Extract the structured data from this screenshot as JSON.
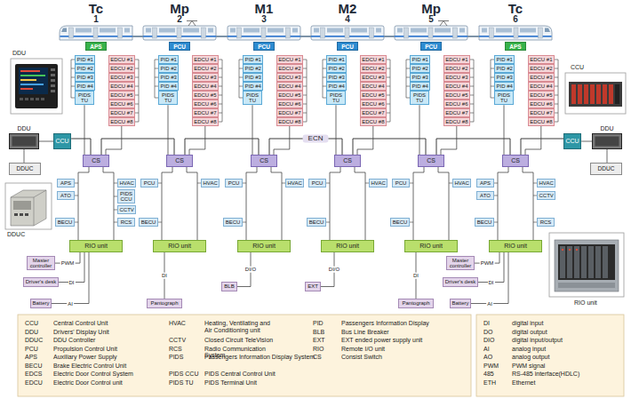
{
  "diagram": {
    "nodes": [
      {
        "text": [
          "Tc",
          "1"
        ]
      },
      {
        "text": [
          "Mp",
          "2"
        ]
      },
      {
        "text": [
          "M1",
          "3"
        ]
      },
      {
        "text": [
          "M2",
          "4"
        ]
      },
      {
        "text": [
          "Mp",
          "5"
        ]
      },
      {
        "text": [
          "Tc",
          "6"
        ]
      },
      {
        "text": [
          "APS"
        ]
      },
      {
        "text": [
          "PCU"
        ]
      },
      {
        "text": [
          "PCU"
        ]
      },
      {
        "text": [
          "PCU"
        ]
      },
      {
        "text": [
          "PCU"
        ]
      },
      {
        "text": [
          "APS"
        ]
      },
      {
        "text": [
          "PID #1"
        ]
      },
      {
        "text": [
          "PID #2"
        ]
      },
      {
        "text": [
          "PID #3"
        ]
      },
      {
        "text": [
          "PID #4"
        ]
      },
      {
        "text": [
          "PIDS TU"
        ]
      },
      {
        "text": [
          "EDCU #1"
        ]
      },
      {
        "text": [
          "EDCU #2"
        ]
      },
      {
        "text": [
          "EDCU #3"
        ]
      },
      {
        "text": [
          "EDCU #4"
        ]
      },
      {
        "text": [
          "EDCU #5"
        ]
      },
      {
        "text": [
          "EDCU #6"
        ]
      },
      {
        "text": [
          "EDCU #7"
        ]
      },
      {
        "text": [
          "EDCU #8"
        ]
      },
      {
        "text": [
          "PID #1"
        ]
      },
      {
        "text": [
          "PID #2"
        ]
      },
      {
        "text": [
          "PID #3"
        ]
      },
      {
        "text": [
          "PID #4"
        ]
      },
      {
        "text": [
          "PIDS TU"
        ]
      },
      {
        "text": [
          "EDCU #1"
        ]
      },
      {
        "text": [
          "EDCU #2"
        ]
      },
      {
        "text": [
          "EDCU #3"
        ]
      },
      {
        "text": [
          "EDCU #4"
        ]
      },
      {
        "text": [
          "EDCU #5"
        ]
      },
      {
        "text": [
          "EDCU #6"
        ]
      },
      {
        "text": [
          "EDCU #7"
        ]
      },
      {
        "text": [
          "EDCU #8"
        ]
      },
      {
        "text": [
          "PID #1"
        ]
      },
      {
        "text": [
          "PID #2"
        ]
      },
      {
        "text": [
          "PID #3"
        ]
      },
      {
        "text": [
          "PID #4"
        ]
      },
      {
        "text": [
          "PIDS TU"
        ]
      },
      {
        "text": [
          "EDCU #1"
        ]
      },
      {
        "text": [
          "EDCU #2"
        ]
      },
      {
        "text": [
          "EDCU #3"
        ]
      },
      {
        "text": [
          "EDCU #4"
        ]
      },
      {
        "text": [
          "EDCU #5"
        ]
      },
      {
        "text": [
          "EDCU #6"
        ]
      },
      {
        "text": [
          "EDCU #7"
        ]
      },
      {
        "text": [
          "EDCU #8"
        ]
      },
      {
        "text": [
          "PID #1"
        ]
      },
      {
        "text": [
          "PID #2"
        ]
      },
      {
        "text": [
          "PID #3"
        ]
      },
      {
        "text": [
          "PID #4"
        ]
      },
      {
        "text": [
          "PIDS TU"
        ]
      },
      {
        "text": [
          "EDCU #1"
        ]
      },
      {
        "text": [
          "EDCU #2"
        ]
      },
      {
        "text": [
          "EDCU #3"
        ]
      },
      {
        "text": [
          "EDCU #4"
        ]
      },
      {
        "text": [
          "EDCU #5"
        ]
      },
      {
        "text": [
          "EDCU #6"
        ]
      },
      {
        "text": [
          "EDCU #7"
        ]
      },
      {
        "text": [
          "EDCU #8"
        ]
      },
      {
        "text": [
          "PID #1"
        ]
      },
      {
        "text": [
          "PID #2"
        ]
      },
      {
        "text": [
          "PID #3"
        ]
      },
      {
        "text": [
          "PID #4"
        ]
      },
      {
        "text": [
          "PIDS TU"
        ]
      },
      {
        "text": [
          "EDCU #1"
        ]
      },
      {
        "text": [
          "EDCU #2"
        ]
      },
      {
        "text": [
          "EDCU #3"
        ]
      },
      {
        "text": [
          "EDCU #4"
        ]
      },
      {
        "text": [
          "EDCU #5"
        ]
      },
      {
        "text": [
          "EDCU #6"
        ]
      },
      {
        "text": [
          "EDCU #7"
        ]
      },
      {
        "text": [
          "EDCU #8"
        ]
      },
      {
        "text": [
          "PID #1"
        ]
      },
      {
        "text": [
          "PID #2"
        ]
      },
      {
        "text": [
          "PID #3"
        ]
      },
      {
        "text": [
          "PID #4"
        ]
      },
      {
        "text": [
          "PIDS TU"
        ]
      },
      {
        "text": [
          "EDCU #1"
        ]
      },
      {
        "text": [
          "EDCU #2"
        ]
      },
      {
        "text": [
          "EDCU #3"
        ]
      },
      {
        "text": [
          "EDCU #4"
        ]
      },
      {
        "text": [
          "EDCU #5"
        ]
      },
      {
        "text": [
          "EDCU #6"
        ]
      },
      {
        "text": [
          "EDCU #7"
        ]
      },
      {
        "text": [
          "EDCU #8"
        ]
      },
      {
        "text": [
          "DDU"
        ]
      },
      {
        "text": [
          "DDUC"
        ]
      },
      {
        "text": [
          "CCU"
        ]
      },
      {
        "text": [
          "CCU"
        ]
      },
      {
        "text": [
          "DDU"
        ]
      },
      {
        "text": [
          "DDUC"
        ]
      },
      {
        "text": [
          "CS"
        ]
      },
      {
        "text": [
          "CS"
        ]
      },
      {
        "text": [
          "CS"
        ]
      },
      {
        "text": [
          "CS"
        ]
      },
      {
        "text": [
          "CS"
        ]
      },
      {
        "text": [
          "CS"
        ]
      },
      {
        "text": [
          "APS"
        ]
      },
      {
        "text": [
          "ATO"
        ]
      },
      {
        "text": [
          "BECU"
        ]
      },
      {
        "text": [
          "HVAC"
        ]
      },
      {
        "text": [
          "PIDS CCU"
        ]
      },
      {
        "text": [
          "CCTV"
        ]
      },
      {
        "text": [
          "RCS"
        ]
      },
      {
        "text": [
          "PCU"
        ]
      },
      {
        "text": [
          "BECU"
        ]
      },
      {
        "text": [
          "HVAC"
        ]
      },
      {
        "text": [
          "PCU"
        ]
      },
      {
        "text": [
          "BECU"
        ]
      },
      {
        "text": [
          "HVAC"
        ]
      },
      {
        "text": [
          "PCU"
        ]
      },
      {
        "text": [
          "BECU"
        ]
      },
      {
        "text": [
          "HVAC"
        ]
      },
      {
        "text": [
          "PCU"
        ]
      },
      {
        "text": [
          "BECU"
        ]
      },
      {
        "text": [
          "HVAC"
        ]
      },
      {
        "text": [
          "APS"
        ]
      },
      {
        "text": [
          "ATO"
        ]
      },
      {
        "text": [
          "BECU"
        ]
      },
      {
        "text": [
          "HVAC"
        ]
      },
      {
        "text": [
          "CCTV"
        ]
      },
      {
        "text": [
          "RCS"
        ]
      },
      {
        "text": [
          "RIO unit"
        ]
      },
      {
        "text": [
          "RIO unit"
        ]
      },
      {
        "text": [
          "RIO unit"
        ]
      },
      {
        "text": [
          "RIO unit"
        ]
      },
      {
        "text": [
          "RIO unit"
        ]
      },
      {
        "text": [
          "RIO unit"
        ]
      },
      {
        "text": [
          "Master controller"
        ]
      },
      {
        "text": [
          "Driver's desk"
        ]
      },
      {
        "text": [
          "Battery"
        ]
      },
      {
        "text": [
          "Pantograph"
        ]
      },
      {
        "text": [
          "BLB"
        ]
      },
      {
        "text": [
          "EXT"
        ]
      },
      {
        "text": [
          "Pantograph"
        ]
      },
      {
        "text": [
          "Master controller"
        ]
      },
      {
        "text": [
          "Driver's desk"
        ]
      },
      {
        "text": [
          "Battery"
        ]
      }
    ],
    "edges": [
      {
        "from": 92,
        "to": 96,
        "arrow": "none"
      },
      {
        "from": 96,
        "to": 97,
        "arrow": "none"
      },
      {
        "from": 97,
        "to": 98,
        "arrow": "none"
      },
      {
        "from": 98,
        "to": 99,
        "arrow": "none"
      },
      {
        "from": 99,
        "to": 100,
        "arrow": "none"
      },
      {
        "from": 100,
        "to": 101,
        "arrow": "none"
      },
      {
        "from": 101,
        "to": 93,
        "arrow": "none"
      },
      {
        "from": 90,
        "to": 92,
        "arrow": "none"
      },
      {
        "from": 90,
        "to": 91,
        "arrow": "none"
      },
      {
        "from": 93,
        "to": 94,
        "arrow": "none"
      },
      {
        "from": 94,
        "to": 95,
        "arrow": "none"
      },
      {
        "from": 16,
        "to": 96,
        "arrow": "none"
      },
      {
        "from": 24,
        "to": 96,
        "arrow": "none"
      },
      {
        "from": 29,
        "to": 97,
        "arrow": "none"
      },
      {
        "from": 37,
        "to": 97,
        "arrow": "none"
      },
      {
        "from": 42,
        "to": 98,
        "arrow": "none"
      },
      {
        "from": 50,
        "to": 98,
        "arrow": "none"
      },
      {
        "from": 55,
        "to": 99,
        "arrow": "none"
      },
      {
        "from": 63,
        "to": 99,
        "arrow": "none"
      },
      {
        "from": 68,
        "to": 100,
        "arrow": "none"
      },
      {
        "from": 76,
        "to": 100,
        "arrow": "none"
      },
      {
        "from": 81,
        "to": 101,
        "arrow": "none"
      },
      {
        "from": 89,
        "to": 101,
        "arrow": "none"
      },
      {
        "from": 96,
        "to": 127,
        "arrow": "none"
      },
      {
        "from": 96,
        "to": 127,
        "arrow": "none"
      },
      {
        "from": 97,
        "to": 128,
        "arrow": "none"
      },
      {
        "from": 97,
        "to": 128,
        "arrow": "none"
      },
      {
        "from": 98,
        "to": 129,
        "arrow": "none"
      },
      {
        "from": 98,
        "to": 129,
        "arrow": "none"
      },
      {
        "from": 99,
        "to": 130,
        "arrow": "none"
      },
      {
        "from": 99,
        "to": 130,
        "arrow": "none"
      },
      {
        "from": 100,
        "to": 131,
        "arrow": "none"
      },
      {
        "from": 100,
        "to": 131,
        "arrow": "none"
      },
      {
        "from": 101,
        "to": 132,
        "arrow": "none"
      },
      {
        "from": 101,
        "to": 132,
        "arrow": "none"
      },
      {
        "from": 133,
        "to": 127,
        "label": "PWM",
        "arrow": "none"
      },
      {
        "from": 134,
        "to": 127,
        "label": "DI",
        "arrow": "none"
      },
      {
        "from": 135,
        "to": 127,
        "label": "AI",
        "arrow": "none"
      },
      {
        "from": 136,
        "to": 128,
        "label": "DI",
        "arrow": "none"
      },
      {
        "from": 137,
        "to": 129,
        "label": "DI/O",
        "arrow": "none"
      },
      {
        "from": 138,
        "to": 130,
        "label": "DI/O",
        "arrow": "none"
      },
      {
        "from": 139,
        "to": 131,
        "label": "DI",
        "arrow": "none"
      },
      {
        "from": 140,
        "to": 132,
        "label": "PWM",
        "arrow": "none"
      },
      {
        "from": 141,
        "to": 132,
        "label": "DI",
        "arrow": "none"
      },
      {
        "from": 142,
        "to": 132,
        "label": "AI",
        "arrow": "none"
      }
    ],
    "labels": [
      "DDU",
      "DDUC",
      "CCU",
      "ECN",
      "RIO unit",
      "CCU",
      "Central Control Unit",
      "DDU",
      "Drivers' Display Unit",
      "DDUC",
      "DDU Controller",
      "PCU",
      "Propulsion Control Unit",
      "APS",
      "Auxiliary Power Supply",
      "BECU",
      "Brake Electric Control Unit",
      "EDCS",
      "Electric Door Control System",
      "EDCU",
      "Electric Door Control unit",
      "HVAC",
      "Heating, Ventilating and Air Conditioning unit",
      "CCTV",
      "Closed Circuit TeleVision",
      "RCS",
      "Radio Communication System",
      "PIDS",
      "Passengers Information Display System",
      "PIDS CCU",
      "PIDS Central Control Unit",
      "PIDS TU",
      "PIDS Terminal Unit",
      "PID",
      "Passengers Information Display",
      "BLB",
      "Bus Line Breaker",
      "EXT",
      "EXT ended power supply unit",
      "RIO",
      "Remote I/O unit",
      "CS",
      "Consist Switch",
      "DI",
      "digital input",
      "DO",
      "digital output",
      "DIO",
      "digital input/output",
      "AI",
      "analog input",
      "AO",
      "analog output",
      "PWM",
      "PWM signal",
      "485",
      "RS-485 interface(HDLC)",
      "ETH",
      "Ethernet"
    ]
  }
}
